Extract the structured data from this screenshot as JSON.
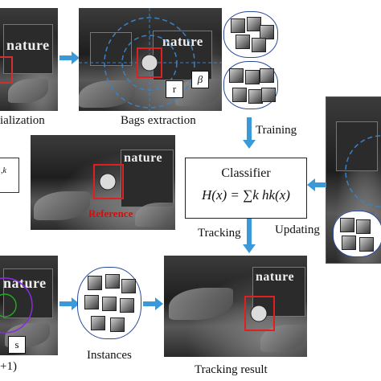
{
  "labels": {
    "initialization": "ialization",
    "bags_extraction": "Bags extraction",
    "training": "Training",
    "tracking": "Tracking",
    "updating": "Updating",
    "instances": "Instances",
    "tracking_result": "Tracking result",
    "reference": "Reference",
    "frame_index": "+1)",
    "left_fragment": ",k"
  },
  "classifier": {
    "title": "Classifier",
    "formula": "H(x) = ∑k hk(x)"
  },
  "photo_text": {
    "nature": "nature"
  },
  "symbols": {
    "r": "r",
    "beta": "β",
    "s": "s"
  },
  "colors": {
    "arrow": "#3a9ad9",
    "track_box": "#e02020",
    "reference_text": "#d01010",
    "ring": "#3b82c4"
  }
}
